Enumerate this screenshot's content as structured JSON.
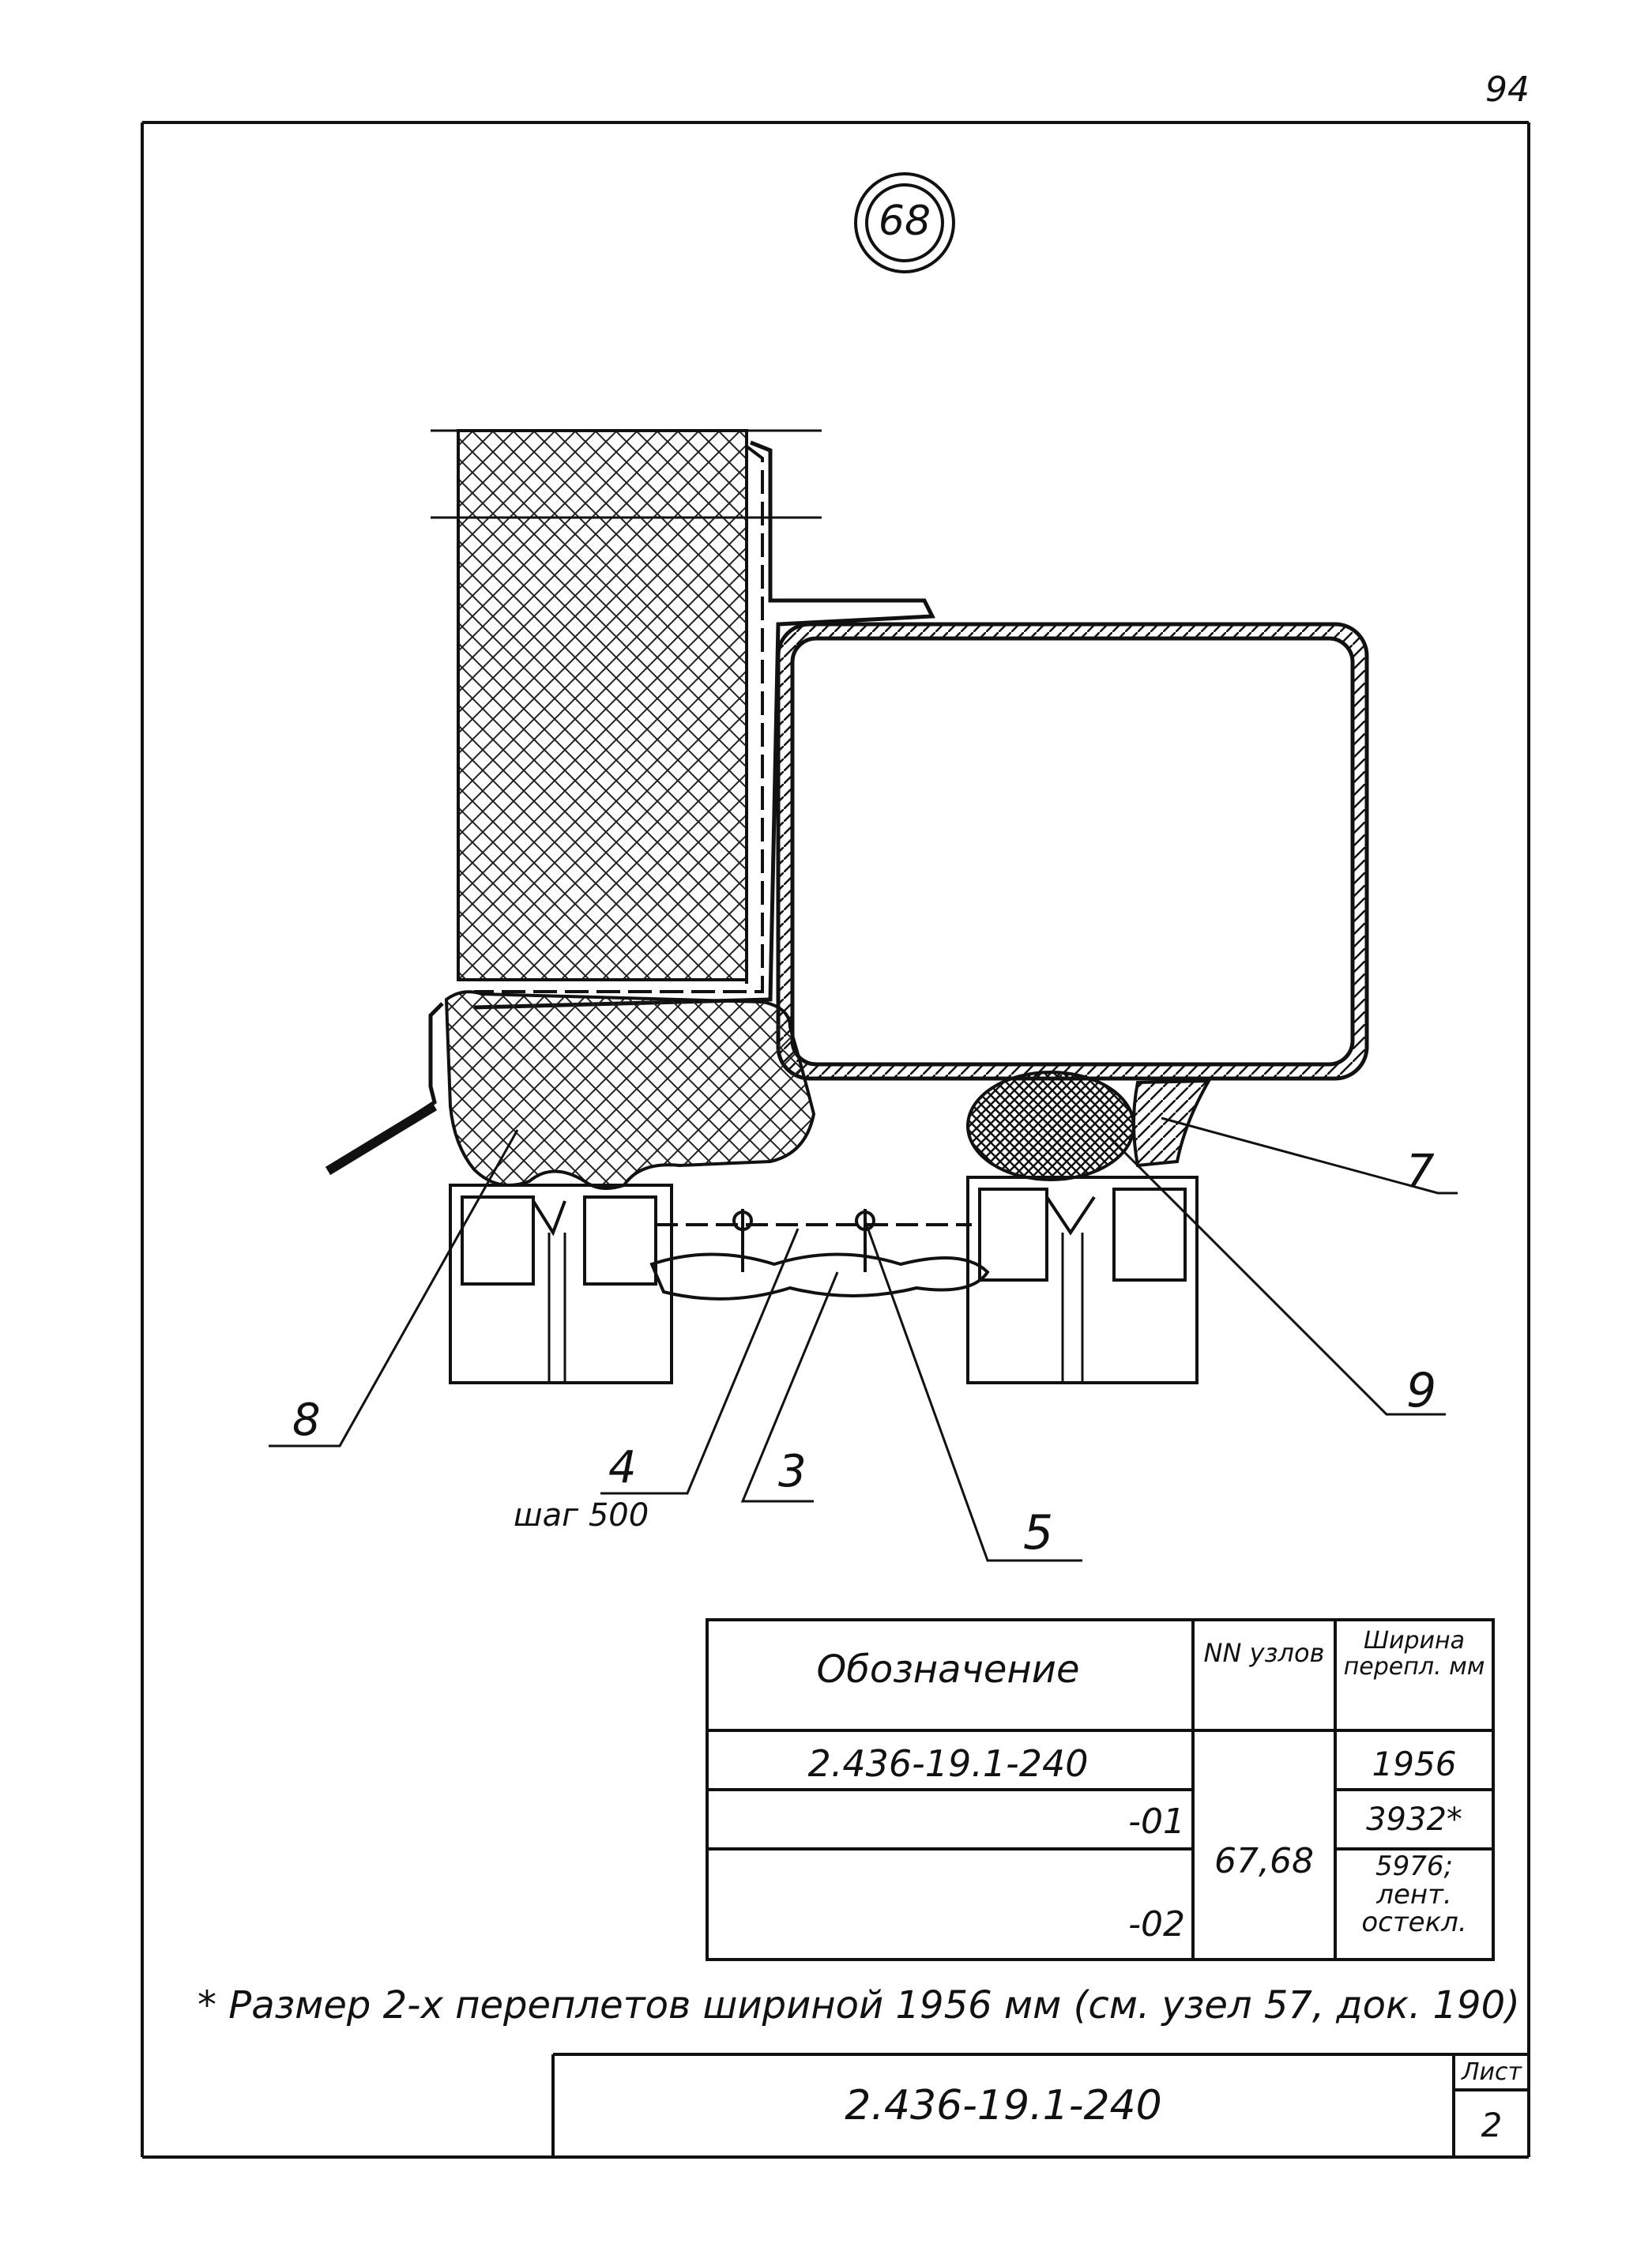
{
  "sheet": {
    "page_number": "94",
    "node_number": "68",
    "drawing_code": "2.436-19.1-240",
    "sheet_label": "Лист",
    "sheet_number": "2"
  },
  "callouts": [
    {
      "id": "7",
      "label": "7"
    },
    {
      "id": "9",
      "label": "9"
    },
    {
      "id": "8",
      "label": "8"
    },
    {
      "id": "4",
      "label": "4",
      "sub": "шаг 500"
    },
    {
      "id": "3",
      "label": "3"
    },
    {
      "id": "5",
      "label": "5"
    }
  ],
  "table": {
    "headers": {
      "designation": "Обозначение",
      "nodes": "NN узлов",
      "width": "Ширина перепл. мм"
    },
    "rows": [
      {
        "designation": "2.436-19.1-240",
        "width": "1956"
      },
      {
        "designation": "-01",
        "width": "3932*"
      },
      {
        "designation": "-02",
        "width": "5976; лент. остекл."
      }
    ],
    "nodes_value": "67,68"
  },
  "footnote": "* Размер 2-х переплетов шириной 1956 мм (см. узел 57, док. 190)",
  "colors": {
    "ink": "#111111",
    "paper": "#ffffff"
  }
}
